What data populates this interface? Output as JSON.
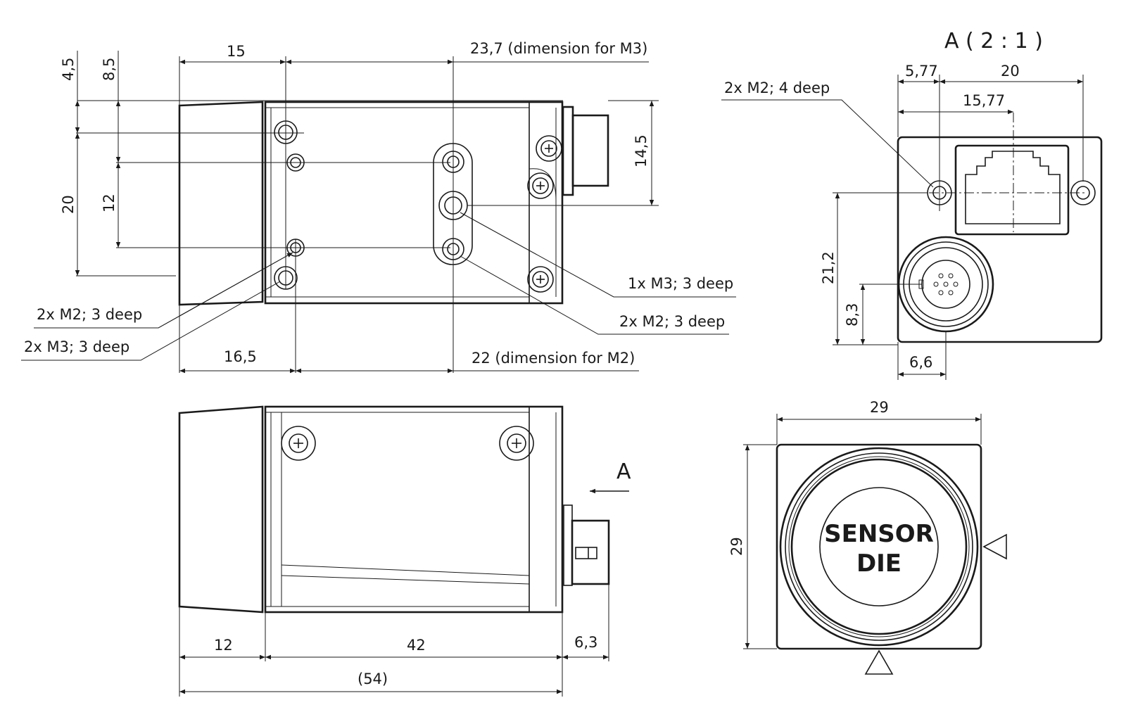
{
  "views": {
    "top": {
      "dimensions": {
        "d4_5": "4,5",
        "d8_5": "8,5",
        "d15": "15",
        "d23_7": "23,7 (dimension for M3)",
        "d14_5": "14,5",
        "d20": "20",
        "d12": "12",
        "d16_5": "16,5",
        "d22": "22 (dimension for M2)"
      },
      "callouts": {
        "m2_3deep_left": "2x M2; 3 deep",
        "m3_3deep_left": "2x M3; 3 deep",
        "m3_1x": "1x M3; 3 deep",
        "m2_3deep_right": "2x M2; 3 deep"
      }
    },
    "side": {
      "dimensions": {
        "d12": "12",
        "d42": "42",
        "d6_3": "6,3",
        "d54": "(54)"
      },
      "view_arrow_label": "A"
    },
    "detail_a": {
      "title": "A ( 2 : 1 )",
      "callout_m2_4deep": "2x M2; 4 deep",
      "dimensions": {
        "d5_77": "5,77",
        "d20": "20",
        "d15_77": "15,77",
        "d21_2": "21,2",
        "d8_3": "8,3",
        "d6_6": "6,6"
      }
    },
    "front": {
      "dimensions": {
        "width": "29",
        "height": "29"
      },
      "sensor_line1": "SENSOR",
      "sensor_line2": "DIE"
    }
  }
}
